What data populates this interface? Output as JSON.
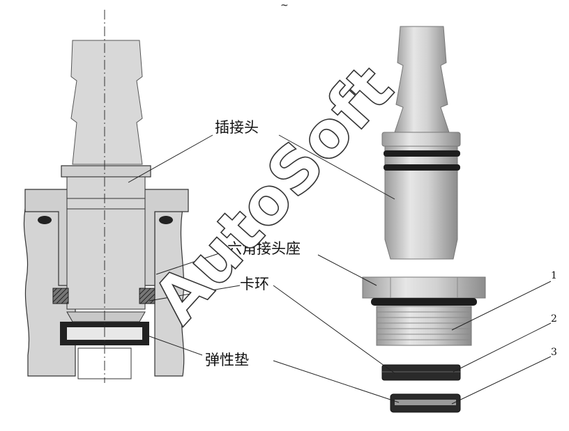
{
  "top_mark": "~",
  "labels": {
    "plug_connector": "插接头",
    "hex_seat": "六角接头座",
    "snap_ring": "卡环",
    "elastic_pad": "弹性垫"
  },
  "part_numbers": [
    "1",
    "2",
    "3"
  ],
  "watermark": "AutoSoft"
}
